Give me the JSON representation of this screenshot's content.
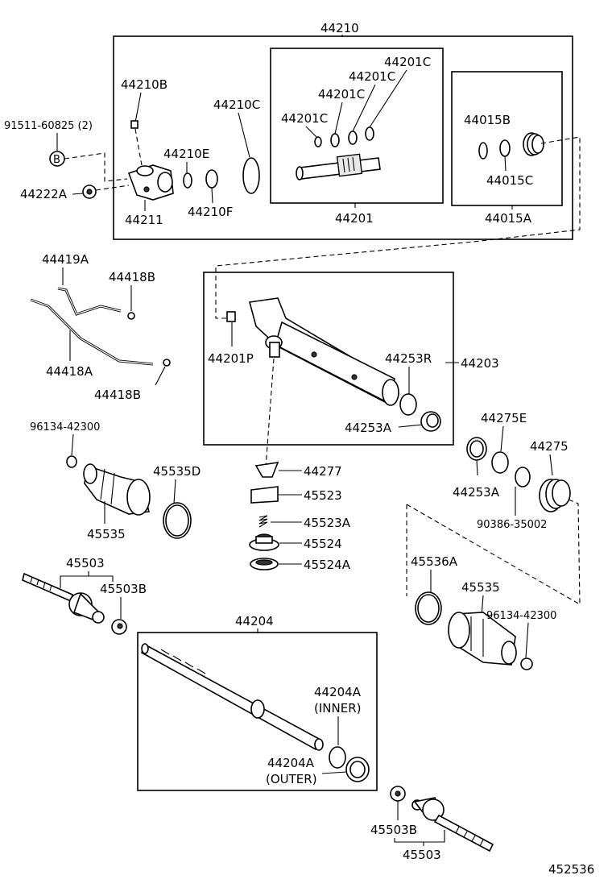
{
  "diagram": {
    "labels": {
      "p44210": "44210",
      "p44210B": "44210B",
      "p44210C": "44210C",
      "p44210E": "44210E",
      "p44210F": "44210F",
      "p44211": "44211",
      "p44222A": "44222A",
      "p91511": "91511-60825 (2)",
      "bCircle": "B",
      "p44201C_1": "44201C",
      "p44201C_2": "44201C",
      "p44201C_3": "44201C",
      "p44201C_4": "44201C",
      "p44201": "44201",
      "p44015B": "44015B",
      "p44015C": "44015C",
      "p44015A": "44015A",
      "p44419A": "44419A",
      "p44418B_1": "44418B",
      "p44418A": "44418A",
      "p44418B_2": "44418B",
      "p44201P": "44201P",
      "p44253R": "44253R",
      "p44203": "44203",
      "p44253A_1": "44253A",
      "p96134_1": "96134-42300",
      "p45535D": "45535D",
      "p45535_1": "45535",
      "p44277": "44277",
      "p45523": "45523",
      "p45523A": "45523A",
      "p45524": "45524",
      "p45524A": "45524A",
      "p44275E": "44275E",
      "p44275": "44275",
      "p44253A_2": "44253A",
      "p90386": "90386-35002",
      "p45503_1": "45503",
      "p45503B_1": "45503B",
      "p45536A": "45536A",
      "p45535_2": "45535",
      "p96134_2": "96134-42300",
      "p44204": "44204",
      "p44204A_1": "44204A",
      "inner": "(INNER)",
      "p44204A_2": "44204A",
      "outer": "(OUTER)",
      "p45503B_2": "45503B",
      "p45503_2": "45503",
      "figNo": "452536"
    }
  }
}
